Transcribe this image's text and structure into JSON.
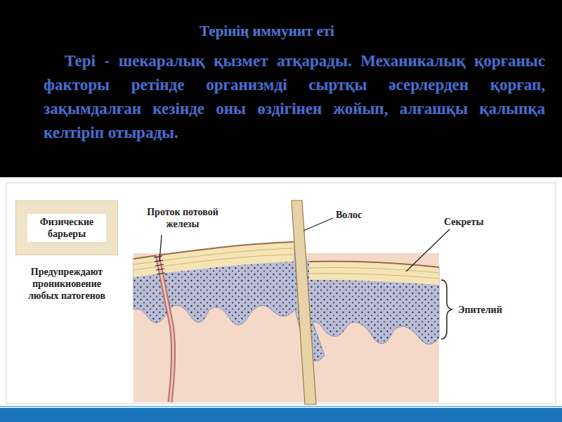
{
  "diagram": {
    "title": "Терінің иммунит еті",
    "nodes": [
      {
        "text": [
          "Физические барьеры"
        ]
      }
    ],
    "edges": [],
    "labels": [
      "Тері - шекаралық қызмет атқарады. Механикалық қорғаныс факторы ретінде организмді сыртқы әсерлерден қорғап, зақымдалған кезінде оны өздігінен жойып, алғашқы қалыпқа келтіріп отырады.",
      "Предупреждают проникновение любых патогенов",
      "Проток потовой железы",
      "Волос",
      "Секреты",
      "Эпителий"
    ]
  }
}
